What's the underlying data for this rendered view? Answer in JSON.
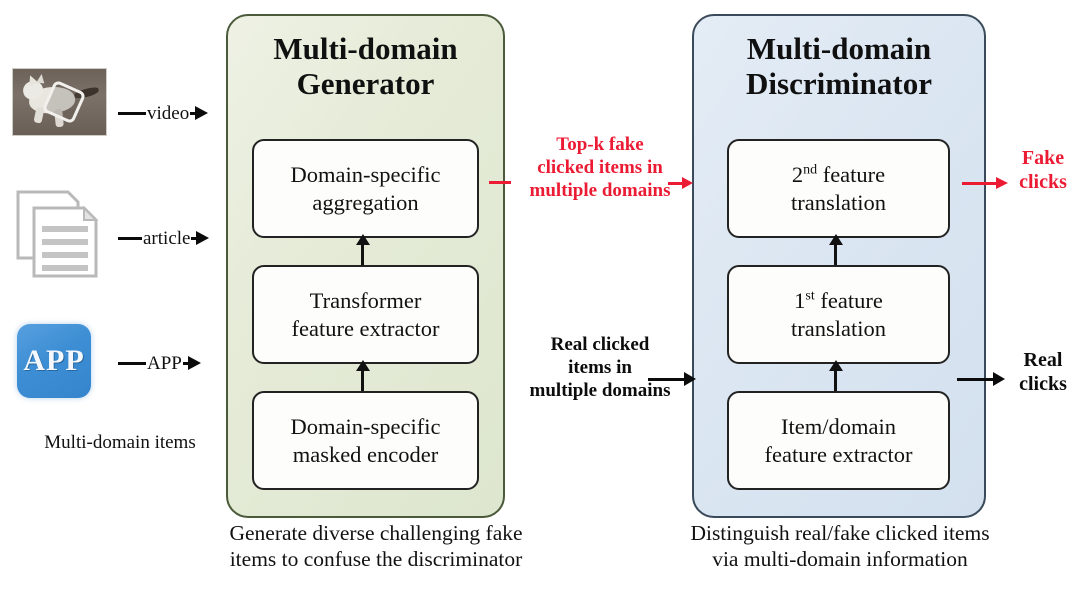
{
  "inputs": {
    "video": {
      "icon": "video-thumbnail-icon",
      "arrow_label": "video"
    },
    "article": {
      "icon": "article-documents-icon",
      "arrow_label": "article"
    },
    "app": {
      "icon": "app-tile-icon",
      "icon_text": "APP",
      "arrow_label": "APP"
    },
    "group_label": "Multi-domain items"
  },
  "generator": {
    "title_line1": "Multi-domain",
    "title_line2": "Generator",
    "boxes": [
      {
        "line1": "Domain-specific",
        "line2": "aggregation"
      },
      {
        "line1": "Transformer",
        "line2": "feature extractor"
      },
      {
        "line1": "Domain-specific",
        "line2": "masked encoder"
      }
    ],
    "caption_line1": "Generate diverse challenging fake",
    "caption_line2": "items to confuse the discriminator",
    "panel_color": "#e5ebd7",
    "border_color": "#4a5a3a"
  },
  "discriminator": {
    "title_line1": "Multi-domain",
    "title_line2": "Discriminator",
    "boxes": [
      {
        "prefix": "2",
        "sup": "nd",
        "line1_rest": " feature",
        "line2": "translation"
      },
      {
        "prefix": "1",
        "sup": "st",
        "line1_rest": " feature",
        "line2": "translation"
      },
      {
        "line1": "Item/domain",
        "line2": "feature extractor"
      }
    ],
    "caption_line1": "Distinguish real/fake clicked items",
    "caption_line2": "via multi-domain information",
    "panel_color": "#dbe6f2",
    "border_color": "#3a4a5a"
  },
  "flows": {
    "fake": {
      "label_line1": "Top-k fake",
      "label_line2": "clicked items in",
      "label_line3": "multiple domains",
      "output_line1": "Fake",
      "output_line2": "clicks",
      "color": "#ec1b34"
    },
    "real": {
      "label_line1": "Real clicked",
      "label_line2": "items in",
      "label_line3": "multiple domains",
      "output_line1": "Real",
      "output_line2": "clicks",
      "color": "#0c0c0c"
    }
  }
}
